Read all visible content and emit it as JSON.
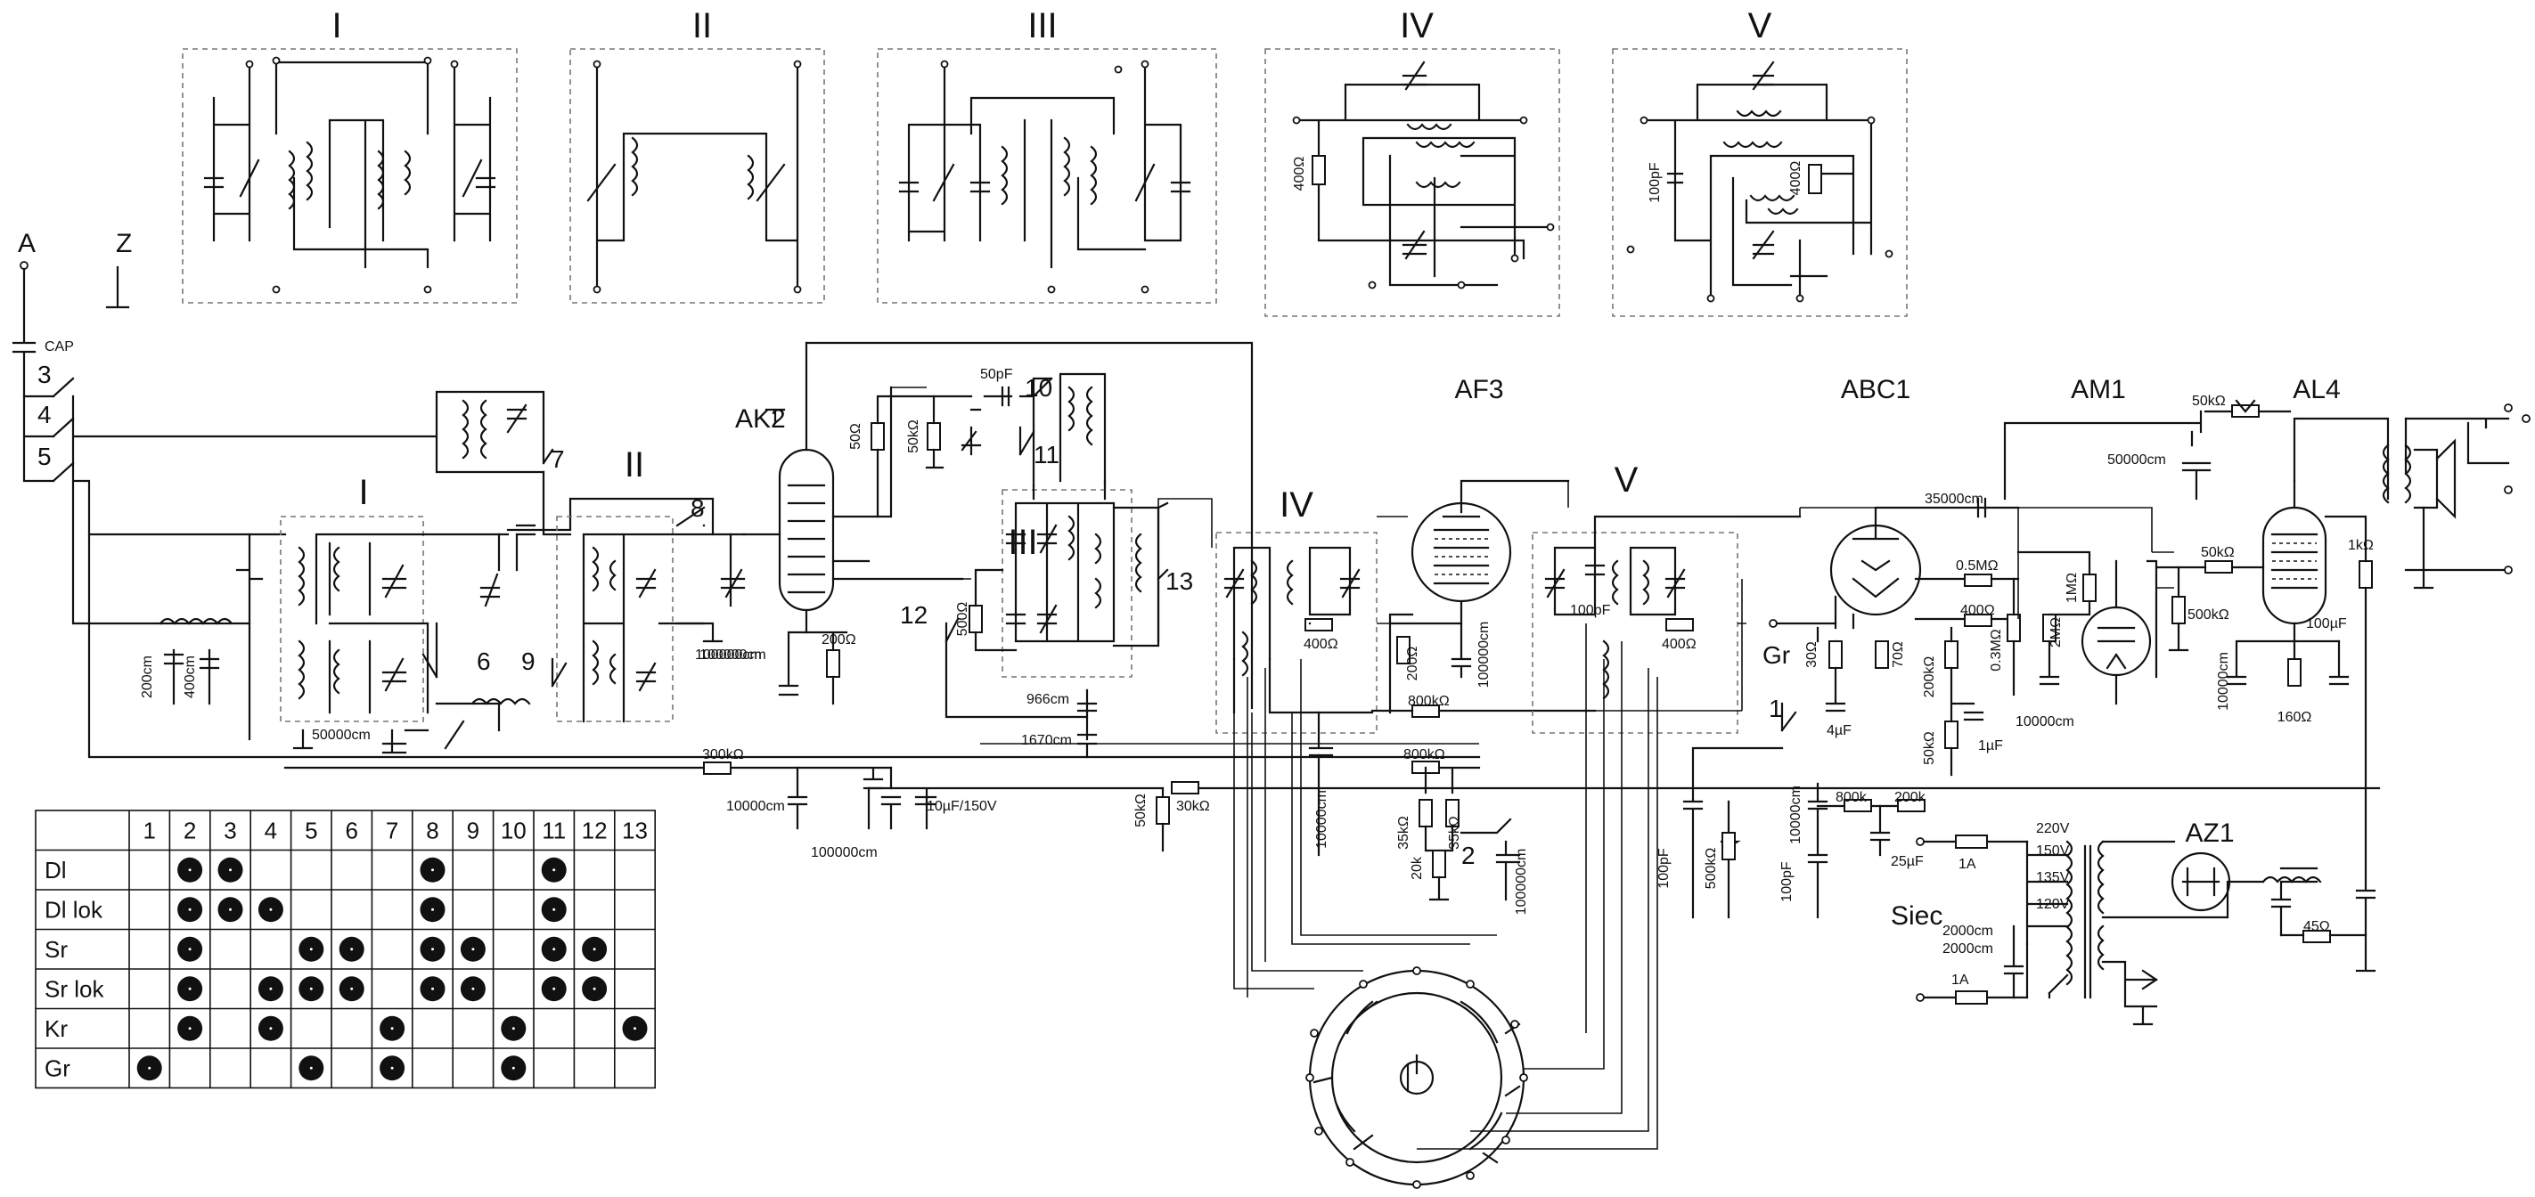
{
  "band_boxes": [
    "I",
    "II",
    "III",
    "IV",
    "V"
  ],
  "antenna": {
    "a": "A",
    "z": "Z",
    "cap": "CAP"
  },
  "switch_numbers": [
    "1",
    "2",
    "3",
    "4",
    "5",
    "6",
    "7",
    "8",
    "9",
    "10",
    "11",
    "12",
    "13"
  ],
  "tubes": [
    "AK2",
    "AF3",
    "ABC1",
    "AM1",
    "AL4",
    "AZ1"
  ],
  "coil_groups": [
    "I",
    "II",
    "III",
    "IV",
    "V"
  ],
  "components": {
    "r400_iv": "400Ω",
    "r400_v": "400Ω",
    "c100pf_v": "100pF",
    "c200cm": "200cm",
    "c400cm": "400cm",
    "c50000cm": "50000cm",
    "r300k": "300kΩ",
    "c10000cm_a": "10000cm",
    "c100000cm_a": "100000cm",
    "c10uf": "10µF/150V",
    "c100000cm_b": "100000cm",
    "r200_ak2": "200Ω",
    "r50_ak2": "50Ω",
    "r50k_ak2": "50kΩ",
    "c50pf": "50pF",
    "r500_osc": "500Ω",
    "c966": "966cm",
    "c1670": "1670cm",
    "r50k_b": "50kΩ",
    "r30k": "30kΩ",
    "r400_if1": "400Ω",
    "c10000cm_b": "10000cm",
    "r200_af3": "200Ω",
    "c100000cm_c": "100000cm",
    "r800k_a": "800kΩ",
    "r800k_b": "800kΩ",
    "r35k_a": "35kΩ",
    "r35k_b": "35kΩ",
    "r20k": "20k",
    "c100000cm_d": "100000cm",
    "c100pf_if2": "100pF",
    "r400_if2": "400Ω",
    "gr": "Gr",
    "c100pf_a": "100pF",
    "r500k_vol": "500kΩ",
    "c10000cm_c": "10000cm",
    "c100pf_b": "100pF",
    "r30_abc": "30Ω",
    "c4uf": "4µF",
    "r70": "70Ω",
    "r200k_abc": "200kΩ",
    "r50k_abc": "50kΩ",
    "c1uf": "1µF",
    "r800k_c": "800k",
    "r200k_c": "200k",
    "c25uf": "25µF",
    "c35000": "35000cm",
    "r05m": "0.5MΩ",
    "r400_abc": "400Ω",
    "r03m": "0.3MΩ",
    "r2m": "2MΩ",
    "r1m": "1MΩ",
    "c10000cm_d": "10000cm",
    "r50k_al4": "50kΩ",
    "r500k_al4": "500kΩ",
    "c10000cm_e": "10000cm",
    "r160": "160Ω",
    "c100uf": "100µF",
    "r1k": "1kΩ",
    "r50k_top": "50kΩ",
    "c50000cm_b": "50000cm",
    "fuse_a": "1A",
    "fuse_b": "1A",
    "v220": "220V",
    "v150": "150V",
    "v135": "135V",
    "v120": "120V",
    "c2000a": "2000cm",
    "c2000b": "2000cm",
    "siec": "Siec",
    "r45": "45Ω"
  },
  "switch_table": {
    "columns": [
      "1",
      "2",
      "3",
      "4",
      "5",
      "6",
      "7",
      "8",
      "9",
      "10",
      "11",
      "12",
      "13"
    ],
    "rows": [
      {
        "label": "Dl",
        "on": [
          2,
          3,
          8,
          11
        ]
      },
      {
        "label": "Dl lok",
        "on": [
          2,
          3,
          4,
          8,
          11
        ]
      },
      {
        "label": "Sr",
        "on": [
          2,
          5,
          6,
          8,
          9,
          11,
          12
        ]
      },
      {
        "label": "Sr lok",
        "on": [
          2,
          4,
          5,
          6,
          8,
          9,
          11,
          12
        ]
      },
      {
        "label": "Kr",
        "on": [
          2,
          4,
          7,
          10,
          13
        ]
      },
      {
        "label": "Gr",
        "on": [
          1,
          5,
          7,
          10
        ]
      }
    ]
  }
}
